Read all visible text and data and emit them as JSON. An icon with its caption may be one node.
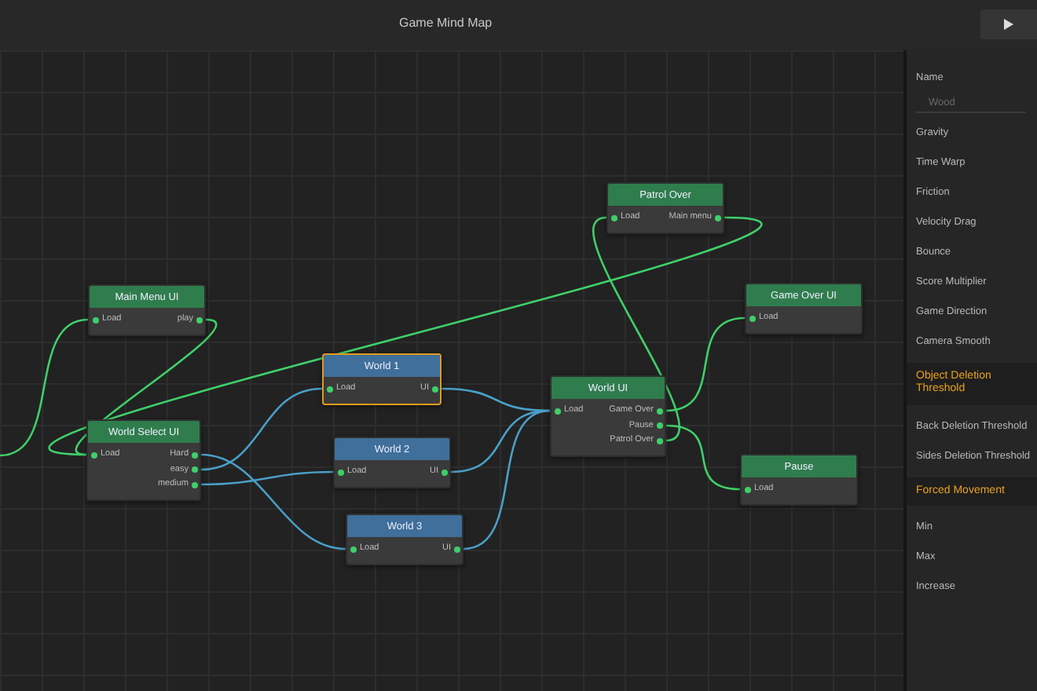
{
  "diagram": {
    "title": "Game Mind Map",
    "nodes": [
      {
        "text": [
          "Patrol Over",
          "Load",
          "Main menu"
        ]
      },
      {
        "text": [
          "Main Menu UI",
          "Load",
          "play"
        ]
      },
      {
        "text": [
          "Game Over UI",
          "Load"
        ]
      },
      {
        "text": [
          "World 1",
          "Load",
          "UI"
        ]
      },
      {
        "text": [
          "World UI",
          "Load",
          "Game Over",
          "Pause",
          "Patrol Over"
        ]
      },
      {
        "text": [
          "World Select UI",
          "Load",
          "Hard",
          "easy",
          "medium"
        ]
      },
      {
        "text": [
          "World 2",
          "Load",
          "UI"
        ]
      },
      {
        "text": [
          "Pause",
          "Load"
        ]
      },
      {
        "text": [
          "World 3",
          "Load",
          "UI"
        ]
      }
    ],
    "edges": [
      {
        "from": null,
        "to": 1,
        "arrow": "none"
      },
      {
        "from": 1,
        "to": 5,
        "arrow": "none"
      },
      {
        "from": 5,
        "to": 8,
        "arrow": "none",
        "color": "#4a9fc8"
      },
      {
        "from": 5,
        "to": 3,
        "arrow": "none",
        "color": "#4a9fc8"
      },
      {
        "from": 5,
        "to": 6,
        "arrow": "none",
        "color": "#4a9fc8"
      },
      {
        "from": 3,
        "to": 4,
        "arrow": "none",
        "color": "#4a9fc8"
      },
      {
        "from": 6,
        "to": 4,
        "arrow": "none",
        "color": "#4a9fc8"
      },
      {
        "from": 8,
        "to": 4,
        "arrow": "none",
        "color": "#4a9fc8"
      },
      {
        "from": 4,
        "to": 2,
        "arrow": "none"
      },
      {
        "from": 4,
        "to": 7,
        "arrow": "none"
      },
      {
        "from": 4,
        "to": 0,
        "arrow": "none"
      },
      {
        "from": 0,
        "to": 5,
        "arrow": "none"
      }
    ],
    "labels": [
      "Name",
      "Wood",
      "Gravity",
      "Time Warp",
      "Friction",
      "Velocity Drag",
      "Bounce",
      "Score Multiplier",
      "Game Direction",
      "Camera Smooth",
      "Object Deletion Threshold",
      "Back Deletion Threshold",
      "Sides Deletion Threshold",
      "Forced Movement",
      "Min",
      "Max",
      "Increase"
    ]
  }
}
